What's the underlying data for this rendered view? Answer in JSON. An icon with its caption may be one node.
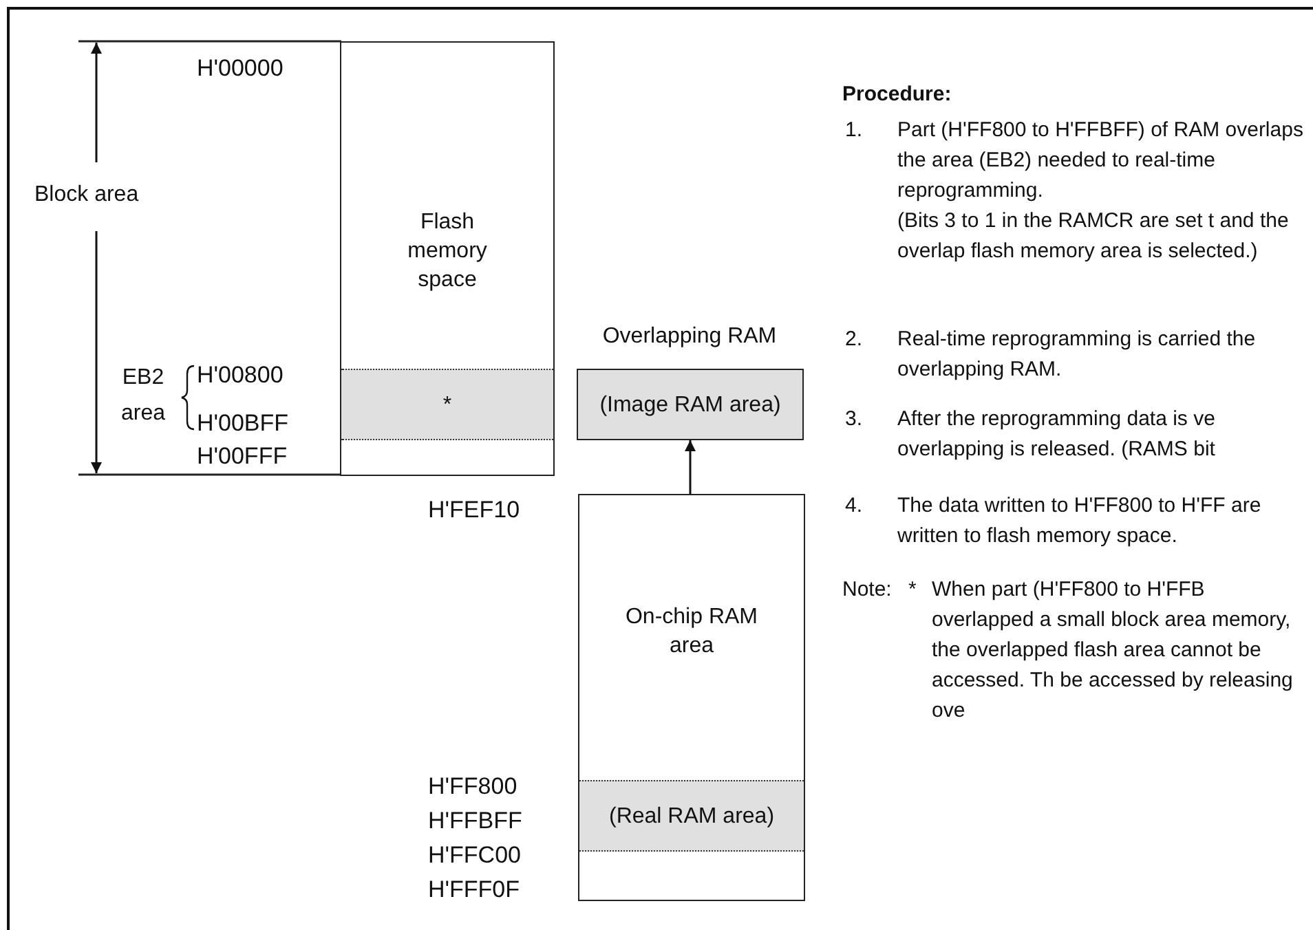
{
  "diagram": {
    "nodes": [
      {
        "text": [
          "Flash memory space"
        ]
      },
      {
        "text": [
          "*"
        ],
        "in": 0
      },
      {
        "text": [
          "Overlapping RAM",
          "(Image RAM area)"
        ]
      },
      {
        "text": [
          "On-chip RAM area"
        ]
      },
      {
        "text": [
          "(Real RAM area)"
        ],
        "in": 3
      }
    ],
    "edges": [
      {
        "from": 3,
        "to": 2,
        "arrow": "to"
      }
    ],
    "labels": [
      "H'00000",
      "Block area",
      "EB2 area",
      "H'00800",
      "H'00BFF",
      "H'00FFF",
      "H'FEF10",
      "H'FF800",
      "H'FFBFF",
      "H'FFC00",
      "H'FFF0F",
      "Procedure:",
      "1.",
      "Part (H'FF800 to H'FFBFF) of RAM overlaps the area (EB2) needed to real-time reprogramming.",
      "(Bits 3 to 1 in the RAMCR are set t and the overlap flash memory area is selected.)",
      "2.",
      "Real-time reprogramming is carried the overlapping RAM.",
      "3.",
      "After the reprogramming data is ve overlapping is released. (RAMS bit",
      "4.",
      "The data written to H'FF800 to H'FF are written to flash memory space.",
      "Note:",
      "*",
      "When part (H'FF800 to H'FFB overlapped a small block area memory, the overlapped flash area cannot be accessed. Th be accessed by releasing ove"
    ]
  }
}
